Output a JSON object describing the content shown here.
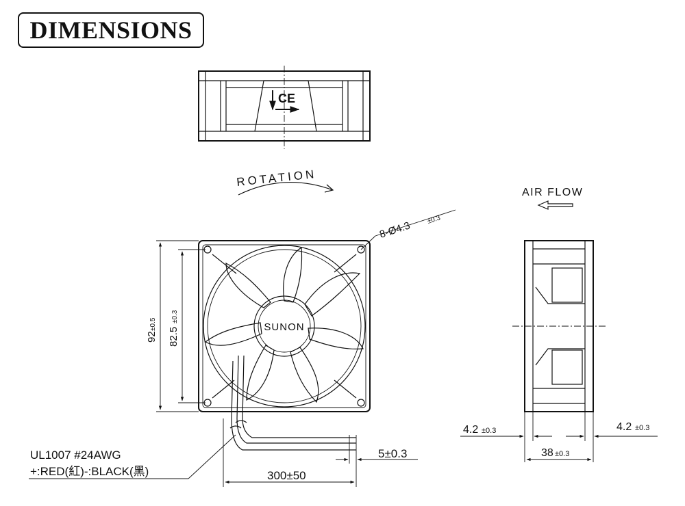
{
  "title": "DIMENSIONS",
  "top_view": {
    "cert_mark": "CE"
  },
  "front_view": {
    "rotation_label": "ROTATION",
    "brand": "SUNON",
    "hole_callout": {
      "main": "8-Ø4.3",
      "tol": "±0.3"
    },
    "height_outer": {
      "main": "92",
      "tol": "±0.5"
    },
    "hole_pitch": {
      "main": "82.5",
      "tol": "±0.3"
    },
    "lead_length": "300±50",
    "strip_length": "5±0.3",
    "wire_spec": "UL1007  #24AWG",
    "wire_colors": "+:RED(紅)-:BLACK(黑)"
  },
  "side_view": {
    "airflow_label": "AIR FLOW",
    "flange_left": {
      "main": "4.2",
      "tol": "±0.3"
    },
    "flange_right": {
      "main": "4.2",
      "tol": "±0.3"
    },
    "depth": {
      "main": "38",
      "tol": "±0.3"
    }
  }
}
